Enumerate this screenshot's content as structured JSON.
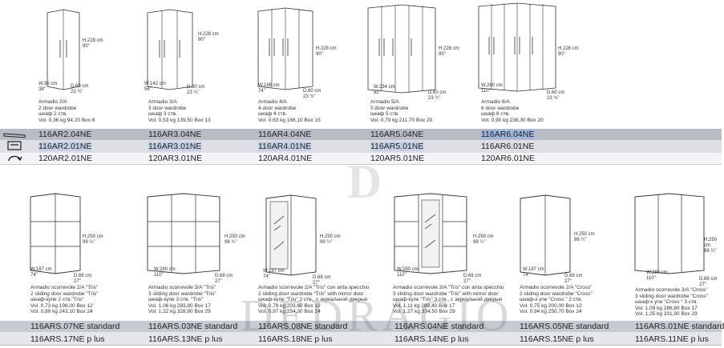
{
  "top_wardrobes": [
    {
      "w": "W.96 cm",
      "w_in": "38\"",
      "d": "D.60 cm",
      "d_in": "23 ¾\"",
      "h": "H.228 cm",
      "h_in": "90\"",
      "name": "Armadio 2/A",
      "en": "2 door wardrobe",
      "ru": "шкаф 2 ств.",
      "vol": "Vol. 0,36  kg 94,20  Box 8",
      "codes": [
        "116AR2.04NE",
        "116AR2.01NE",
        "120AR2.01NE"
      ]
    },
    {
      "w": "W.142 cm",
      "w_in": "56\"",
      "d": "D.60 cm",
      "d_in": "23 ¾\"",
      "h": "H.228 cm",
      "h_in": "90\"",
      "name": "Armadio 3/A",
      "en": "3 door wardrobe",
      "ru": "шкаф 3 ств.",
      "vol": "Vol. 0,53  kg 139,50  Box 13",
      "codes": [
        "116AR3.04NE",
        "116AR3.01NE",
        "120AR3.01NE"
      ]
    },
    {
      "w": "W.188 cm",
      "w_in": "74\"",
      "d": "D.60 cm",
      "d_in": "23 ¾\"",
      "h": "H.228 cm",
      "h_in": "90\"",
      "name": "Armadio 4/A",
      "en": "4 door wardrobe",
      "ru": "шкаф 4 ств.",
      "vol": "Vol. 0,63  kg 166,10  Box 15",
      "codes": [
        "116AR4.04NE",
        "116AR4.01NE",
        "120AR4.01NE"
      ]
    },
    {
      "w": "W.234 cm",
      "w_in": "92\"",
      "d": "D.60 cm",
      "d_in": "23 ¾\"",
      "h": "H.228 cm",
      "h_in": "90\"",
      "name": "Armadio 5/A",
      "en": "5 door wardrobe",
      "ru": "шкаф 5 ств.",
      "vol": "Vol. 0,79  kg 211,70  Box 20",
      "codes": [
        "116AR5.04NE",
        "116AR5.01NE",
        "120AR5.01NE"
      ]
    },
    {
      "w": "W.280 cm",
      "w_in": "110\"",
      "d": "D.60 cm",
      "d_in": "23 ¾\"",
      "h": "H.228 cm",
      "h_in": "90\"",
      "name": "Armadio 6/A",
      "en": "6 door wardrobe",
      "ru": "шкаф 6 ств.",
      "vol": "Vol. 0,90  kg 238,30  Box 20",
      "codes": [
        "116AR6.04NE",
        "116AR6.01NE",
        "120AR6.01NE"
      ]
    }
  ],
  "bottom_wardrobes": [
    {
      "w": "W.187 cm",
      "w_in": "74\"",
      "d": "D.68 cm",
      "d_in": "27\"",
      "h": "H.250 cm",
      "h_in": "98 ¼\"",
      "l1": "Armadio scorrevole 2/A \"Tris\"",
      "l2": "2 sliding door wardrobe \"Tris\"",
      "l3": "шкаф-купе 2 ств.\"Tris\"",
      "l4": "Vol. 0,73   kg 198,00   Box 12",
      "l5": "Vol. 0,89   kg 243,10   Box 24",
      "std": "116ARS.07NE standard",
      "plus": "116ARS.17NE p lus"
    },
    {
      "w": "W.280 cm",
      "w_in": "110\"",
      "d": "D.68 cm",
      "d_in": "27\"",
      "h": "H.250 cm",
      "h_in": "98 ¼\"",
      "l1": "Armadio scorrevole 3/A \"Tris\"",
      "l2": "3 sliding door wardrobe \"Tris\"",
      "l3": "шкаф-купе 3 ств. \"Tris\"",
      "l4": "Vol. 1,06   kg 283,80   Box 17",
      "l5": "Vol. 1,22   kg 328,90   Box 29",
      "std": "116ARS.03NE standard",
      "plus": "116ARS.13NE p lus"
    },
    {
      "w": "W.187 cm",
      "w_in": "74\"",
      "d": "D.68 cm",
      "d_in": "27\"",
      "h": "H.250 cm",
      "h_in": "98 ¼\"",
      "l1": "Armadio scorrevole 2/A \"Tris\" con anta specchio",
      "l2": "2 sliding door wardrobe \"Tris\" with mirror door",
      "l3": "шкаф-купе \"Tris\" 2 ств., с зеркальной дверью",
      "l4": "Vol. 0,78   kg 203,60   Box 12",
      "l5": "Vol. 0,97   kg 254,30   Box 24",
      "std": "116ARS.08NE standard",
      "plus": "116ARS.18NE p lus"
    },
    {
      "w": "W.280 cm",
      "w_in": "110\"",
      "d": "D.68 cm",
      "d_in": "27\"",
      "h": "H.250 cm",
      "h_in": "98 ¼\"",
      "l1": "Armadio scorrevole 3/A \"Tris\" con anta specchio",
      "l2": "3 sliding door wardrobe \"Tris\" with mirror door",
      "l3": "шкаф-купе \"Tris\" 3 ств., с зеркальной дверью",
      "l4": "Vol. 1,11   kg 289,40   Box 17",
      "l5": "Vol. 1,27   kg 334,50   Box 29",
      "std": "116ARS.04NE standard",
      "plus": "116ARS.14NE p lus"
    },
    {
      "w": "W.187 cm",
      "w_in": "74\"",
      "d": "D.68 cm",
      "d_in": "27\"",
      "h": "H.250 cm",
      "h_in": "98 ¼\"",
      "l1": "Armadio scorrevole 2/A \"Cross\"",
      "l2": "2 sliding door wardrobe \"Cross\"",
      "l3": "шкаф-к упе \"Cross \" 2 ств.",
      "l4": "Vol. 0,75   kg 200,00   Box 12",
      "l5": "Vol. 0,94   kg 250,70   Box 24",
      "std": "116ARS.05NE standard",
      "plus": "116ARS.15NE p lus"
    },
    {
      "w": "W.280 cm",
      "w_in": "110\"",
      "d": "D.68 cm",
      "d_in": "27\"",
      "h": "H.250 cm",
      "h_in": "98 ¼\"",
      "l1": "Armadio scorrevole 3/A \"Cross\"",
      "l2": "3 sliding door wardrobe \"Cross\"",
      "l3": "шкаф-к упе \"Cross \" 3 ств.",
      "l4": "Vol. 1,09   kg 286,80   Box 17",
      "l5": "Vol. 1,25   kg 331,90   Box 29",
      "std": "116ARS.01NE standard",
      "plus": "116ARS.11NE p lus"
    }
  ],
  "watermark": "DEDRAGIO",
  "colors": {
    "band_dark": "#b9bcc4",
    "band_light": "#dddfe4",
    "band_mid": "#cfd2d8",
    "highlight": "#9fb6dc"
  }
}
